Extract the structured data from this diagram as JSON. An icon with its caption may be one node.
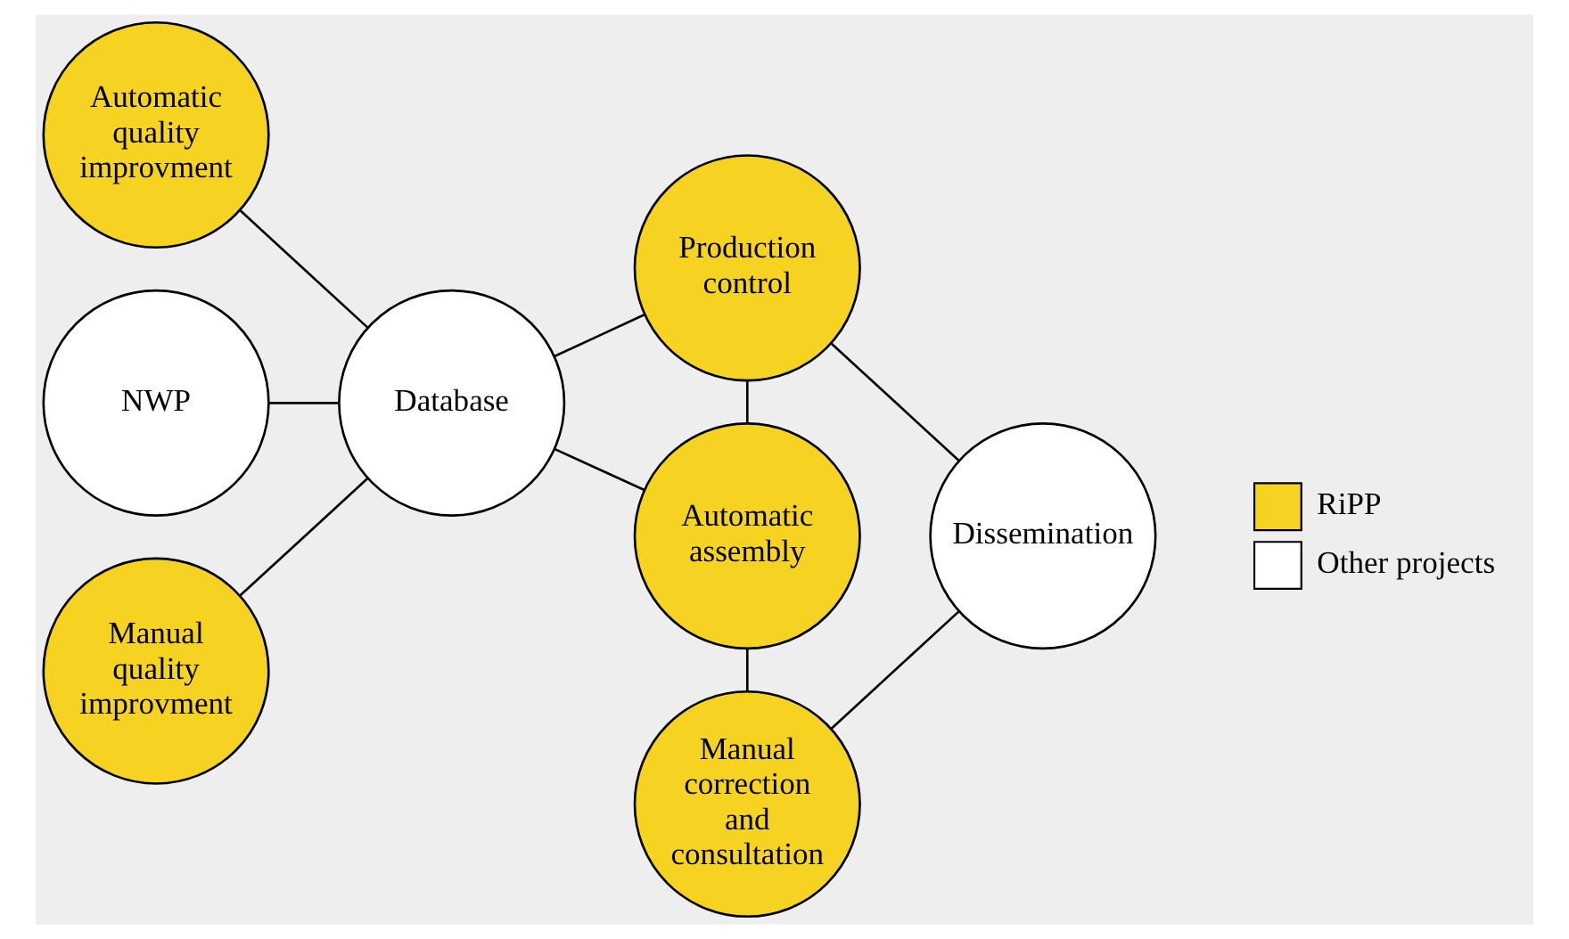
{
  "diagram": {
    "nodes": [
      {
        "text": [
          "Automatic quality improvment"
        ]
      },
      {
        "text": [
          "Production control"
        ]
      },
      {
        "text": [
          "NWP"
        ]
      },
      {
        "text": [
          "Database"
        ]
      },
      {
        "text": [
          "Automatic assembly"
        ]
      },
      {
        "text": [
          "Dissemination"
        ]
      },
      {
        "text": [
          "Manual quality improvment"
        ]
      },
      {
        "text": [
          "Manual correction and consultation"
        ]
      }
    ],
    "edges": [
      {
        "from": 0,
        "to": 3,
        "arrow": "none"
      },
      {
        "from": 2,
        "to": 3,
        "arrow": "none"
      },
      {
        "from": 6,
        "to": 3,
        "arrow": "none"
      },
      {
        "from": 3,
        "to": 1,
        "arrow": "none"
      },
      {
        "from": 3,
        "to": 4,
        "arrow": "none"
      },
      {
        "from": 1,
        "to": 4,
        "arrow": "none"
      },
      {
        "from": 1,
        "to": 5,
        "arrow": "none"
      },
      {
        "from": 4,
        "to": 7,
        "arrow": "none"
      },
      {
        "from": 7,
        "to": 5,
        "arrow": "none"
      }
    ],
    "legend": [
      {
        "text": "RiPP",
        "color": "#f5d320"
      },
      {
        "text": "Other projects",
        "color": "#ffffff"
      }
    ]
  }
}
